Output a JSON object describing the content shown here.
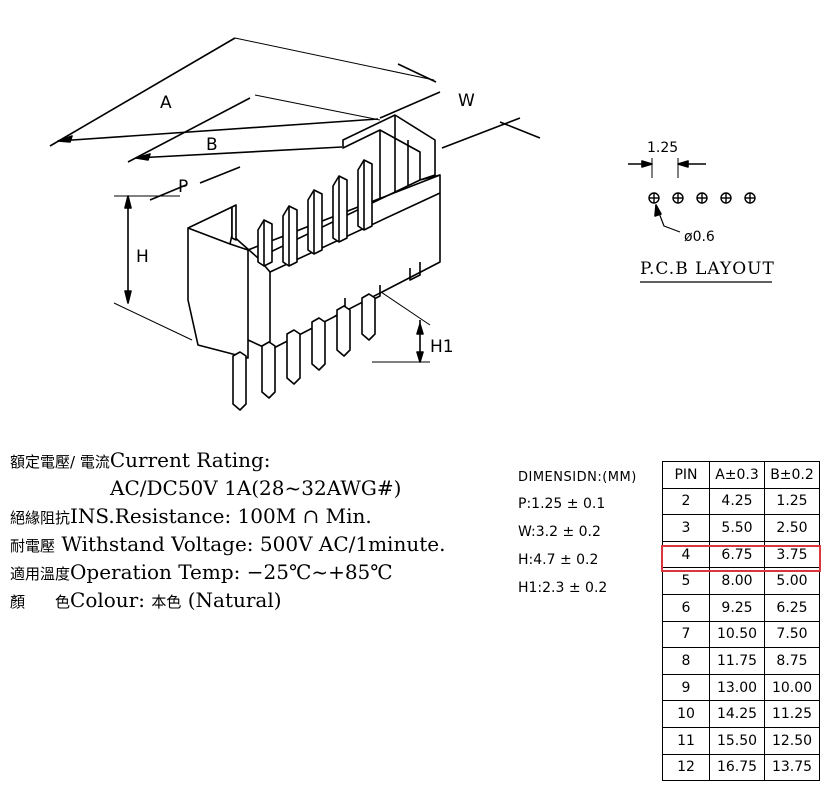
{
  "drawing": {
    "labels": {
      "a": "A",
      "b": "B",
      "p": "P",
      "h": "H",
      "w": "W",
      "h1": "H1"
    }
  },
  "pcb": {
    "pitch": "1.25",
    "hole": "ø0.6",
    "title": "P.C.B LAYOUT"
  },
  "specs": {
    "current_cn": "額定電壓/ 電流",
    "current_en": "Current  Rating:",
    "current_value": "AC/DC50V  1A(28~32AWG#)",
    "insulation_cn": "絕緣阻抗",
    "insulation_en": "INS.Resistance: 100M ∩ Min.",
    "withstand_cn": "耐電壓",
    "withstand_en": "Withstand  Voltage:  500V  AC/1minute.",
    "temp_cn": "適用溫度",
    "temp_en": "Operation  Temp: −25℃~+85℃",
    "colour_cn": "顏　　色",
    "colour_en": "Colour: ",
    "colour_value_cn": "本色",
    "colour_value_en": " (Natural)"
  },
  "dimensions": {
    "header": "DIMENSIDN:(MM)",
    "items": [
      "P:1.25 ± 0.1",
      "W:3.2 ± 0.2",
      "H:4.7 ± 0.2",
      "H1:2.3 ± 0.2"
    ]
  },
  "table": {
    "headers": [
      "PIN",
      "A±0.3",
      "B±0.2"
    ],
    "rows": [
      [
        "2",
        "4.25",
        "1.25"
      ],
      [
        "3",
        "5.50",
        "2.50"
      ],
      [
        "4",
        "6.75",
        "3.75"
      ],
      [
        "5",
        "8.00",
        "5.00"
      ],
      [
        "6",
        "9.25",
        "6.25"
      ],
      [
        "7",
        "10.50",
        "7.50"
      ],
      [
        "8",
        "11.75",
        "8.75"
      ],
      [
        "9",
        "13.00",
        "10.00"
      ],
      [
        "10",
        "14.25",
        "11.25"
      ],
      [
        "11",
        "15.50",
        "12.50"
      ],
      [
        "12",
        "16.75",
        "13.75"
      ]
    ],
    "highlight_color": "#d9363e"
  }
}
